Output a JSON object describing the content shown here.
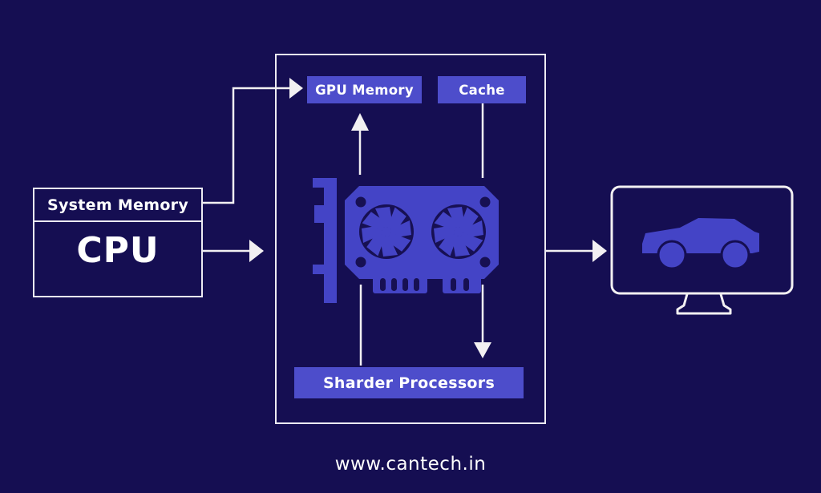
{
  "diagram": {
    "nodes": {
      "system_memory_label": "System Memory",
      "cpu_label": "CPU",
      "gpu_memory_label": "GPU Memory",
      "cache_label": "Cache",
      "sharder_label": "Sharder Processors"
    },
    "icons": [
      "gpu-card-icon",
      "monitor-icon",
      "car-icon",
      "arrow-icons"
    ],
    "footer": {
      "website": "www.cantech.in"
    }
  },
  "colors": {
    "background": "#150E52",
    "label_fill": "#4D4DCB",
    "icon_fill": "#4444C6",
    "cutout": "#171053",
    "line": "#F2F0F2",
    "border": "#ECEAF2",
    "text": "#FFFFFF"
  }
}
